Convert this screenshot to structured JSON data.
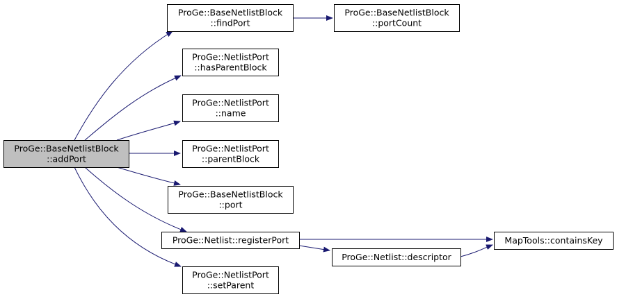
{
  "diagram": {
    "colors": {
      "node_fill": "#ffffff",
      "node_stroke": "#000000",
      "root_fill": "#bfbfbf",
      "edge": "#191970"
    },
    "nodes": [
      {
        "id": "addPort",
        "root": true,
        "lines": [
          "ProGe::BaseNetlistBlock",
          "::addPort"
        ]
      },
      {
        "id": "findPort",
        "lines": [
          "ProGe::BaseNetlistBlock",
          "::findPort"
        ]
      },
      {
        "id": "portCount",
        "lines": [
          "ProGe::BaseNetlistBlock",
          "::portCount"
        ]
      },
      {
        "id": "hasParentBlock",
        "lines": [
          "ProGe::NetlistPort",
          "::hasParentBlock"
        ]
      },
      {
        "id": "name",
        "lines": [
          "ProGe::NetlistPort",
          "::name"
        ]
      },
      {
        "id": "parentBlock",
        "lines": [
          "ProGe::NetlistPort",
          "::parentBlock"
        ]
      },
      {
        "id": "port",
        "lines": [
          "ProGe::BaseNetlistBlock",
          "::port"
        ]
      },
      {
        "id": "registerPort",
        "lines": [
          "ProGe::Netlist::registerPort"
        ]
      },
      {
        "id": "setParent",
        "lines": [
          "ProGe::NetlistPort",
          "::setParent"
        ]
      },
      {
        "id": "descriptor",
        "lines": [
          "ProGe::Netlist::descriptor"
        ]
      },
      {
        "id": "containsKey",
        "lines": [
          "MapTools::containsKey"
        ]
      }
    ],
    "edges": [
      {
        "from": "addPort",
        "to": "findPort"
      },
      {
        "from": "addPort",
        "to": "hasParentBlock"
      },
      {
        "from": "addPort",
        "to": "name"
      },
      {
        "from": "addPort",
        "to": "parentBlock"
      },
      {
        "from": "addPort",
        "to": "port"
      },
      {
        "from": "addPort",
        "to": "registerPort"
      },
      {
        "from": "addPort",
        "to": "setParent"
      },
      {
        "from": "findPort",
        "to": "portCount"
      },
      {
        "from": "registerPort",
        "to": "containsKey"
      },
      {
        "from": "registerPort",
        "to": "descriptor"
      },
      {
        "from": "descriptor",
        "to": "containsKey"
      }
    ]
  }
}
